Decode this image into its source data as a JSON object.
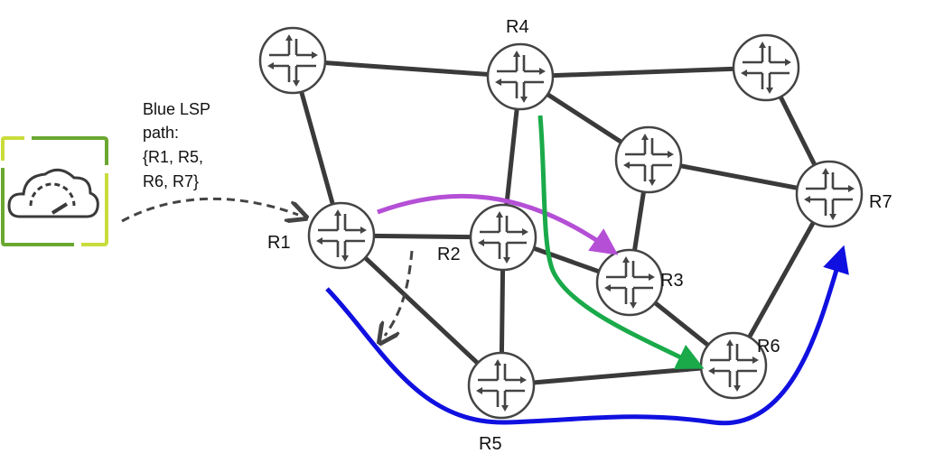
{
  "diagram": {
    "note_lines": [
      "Blue LSP",
      "path:",
      "{R1, R5,",
      "R6, R7}"
    ],
    "routers": {
      "r1": "R1",
      "r2": "R2",
      "r3": "R3",
      "r4": "R4",
      "r5": "R5",
      "r6": "R6",
      "r7": "R7"
    },
    "colors": {
      "link": "#3a3a3a",
      "blue_lsp": "#1010e0",
      "purple_path": "#b44fd6",
      "green_path": "#1aaa4a",
      "controller_dark": "#6aa832",
      "controller_light": "#c9dc3c"
    },
    "controller_icon": "cloud-speedometer-icon"
  }
}
